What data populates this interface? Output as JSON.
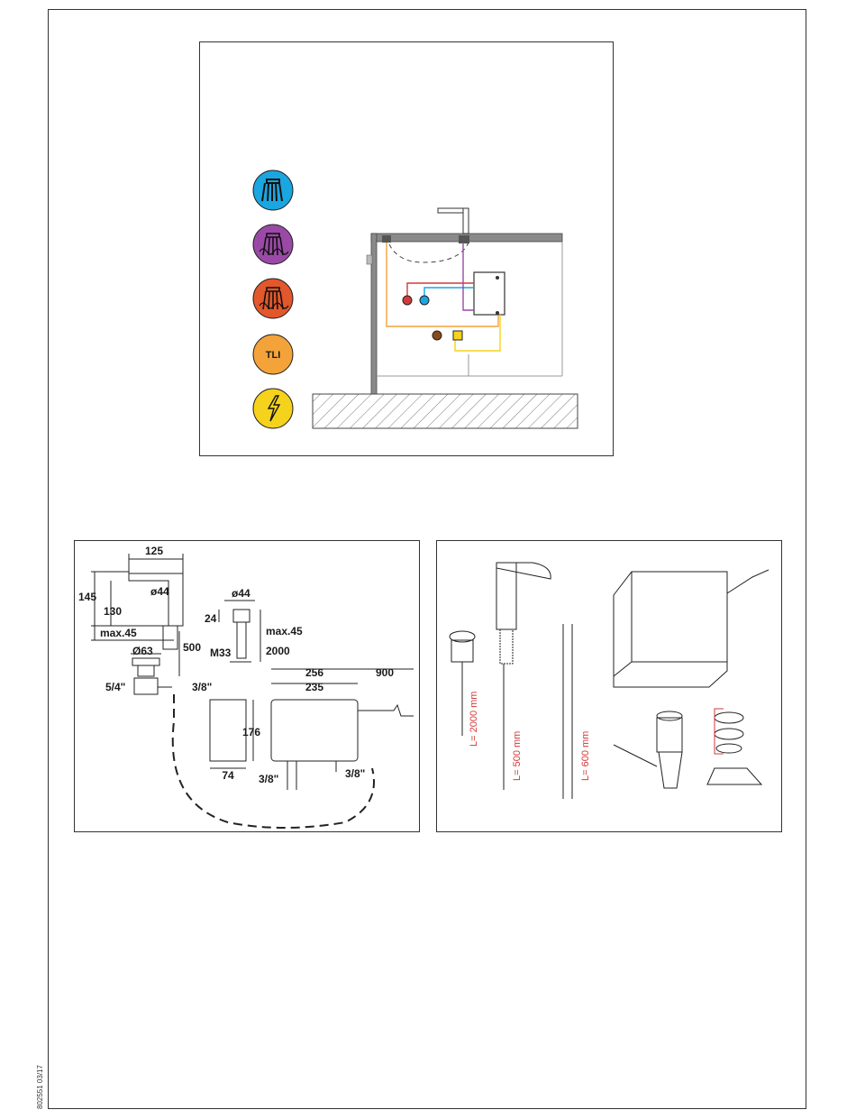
{
  "doc_code": "802551 03/17",
  "icons": [
    {
      "name": "cold-water-icon",
      "color": "#1aa6e0"
    },
    {
      "name": "mixed-water-icon",
      "color": "#9a4aa6"
    },
    {
      "name": "hot-water-icon",
      "color": "#e2572b"
    },
    {
      "name": "tli-icon",
      "color": "#f3a33a",
      "label": "TLI"
    },
    {
      "name": "electric-icon",
      "color": "#f5d21c"
    }
  ],
  "dimensions": {
    "spout_reach": "125",
    "height_total": "145",
    "height_outlet": "130",
    "max_thickness": "max.45",
    "body_dia": "ø44",
    "waste_dia": "Ø63",
    "waste_thread": "5/4\"",
    "hose_len": "500",
    "hose_conn": "3/8\"",
    "remote_dia": "ø44",
    "remote_h": "24",
    "remote_max": "max.45",
    "remote_thread": "M33",
    "cable_len": "2000",
    "box_w_outer": "256",
    "box_w_inner": "235",
    "cable_out": "900",
    "box_h": "176",
    "box_d": "74",
    "conn_left": "3/8\"",
    "conn_right": "3/8\""
  },
  "parts": {
    "len_2000": "L= 2000 mm",
    "len_500": "L= 500 mm",
    "len_600": "L= 600 mm"
  }
}
